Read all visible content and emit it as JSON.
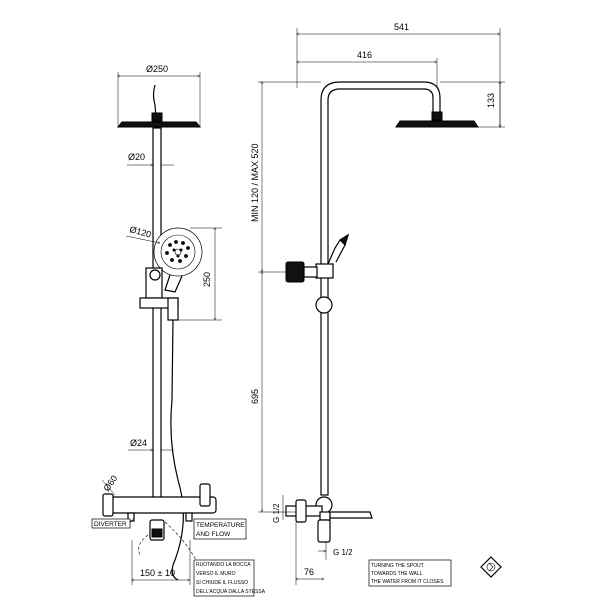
{
  "dimensions": {
    "head_diameter": "Ø250",
    "pipe_diameter_upper": "Ø20",
    "hand_shower_diameter": "Ø120",
    "hand_shower_height": "250",
    "pipe_diameter_lower": "Ø24",
    "mixer_diameter": "Ø60",
    "mixer_spacing": "150 ± 10",
    "arm_total": "541",
    "arm_reach": "416",
    "head_drop": "133",
    "height_range": "MIN 120 / MAX 520",
    "column_height": "695",
    "inlet_thread_vertical": "G 1/2",
    "inlet_thread_horizontal": "G 1/2",
    "spout_depth": "76"
  },
  "labels": {
    "diverter": "DIVERTER",
    "temperature_flow": [
      "TEMPERATURE",
      "AND FLOW"
    ],
    "note_it": [
      "RUOTANDO LA BOCCA",
      "VERSO IL MURO",
      "SI CHIUDE IL FLUSSO",
      "DELL'ACQUA DALLA STESSA"
    ],
    "note_en": [
      "TURNING THE SPOUT",
      "TOWARDS THE WALL",
      "THE WATER FROM IT CLOSES"
    ]
  },
  "icons": {
    "logo": "brand-seal-icon"
  }
}
